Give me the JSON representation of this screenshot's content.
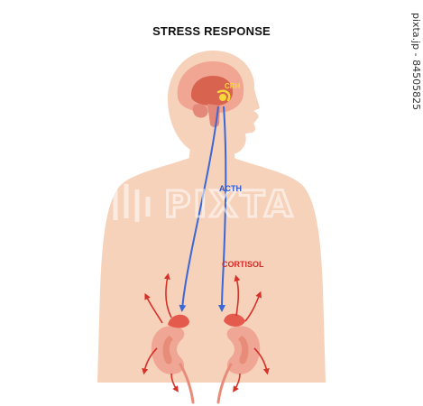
{
  "title": "STRESS RESPONSE",
  "labels": {
    "crh": "CRH",
    "acth": "ACTH",
    "cortisol": "CORTISOL"
  },
  "watermark": {
    "text": "PIXTA",
    "side_caption": "pixta.jp - 84505825"
  },
  "colors": {
    "skin": "#f7d2bb",
    "brain_outer": "#f0a693",
    "brain_inner": "#d8634f",
    "brain_stem": "#e4887a",
    "kidney": "#f0a694",
    "kidney_highlight": "#e88c7a",
    "adrenal": "#e45a4d",
    "crh_label": "#f6d83b",
    "acth_label": "#2e5bd3",
    "acth_arrow": "#3a67d6",
    "cortisol_label": "#d52a24",
    "cortisol_arrow": "#d63129"
  }
}
